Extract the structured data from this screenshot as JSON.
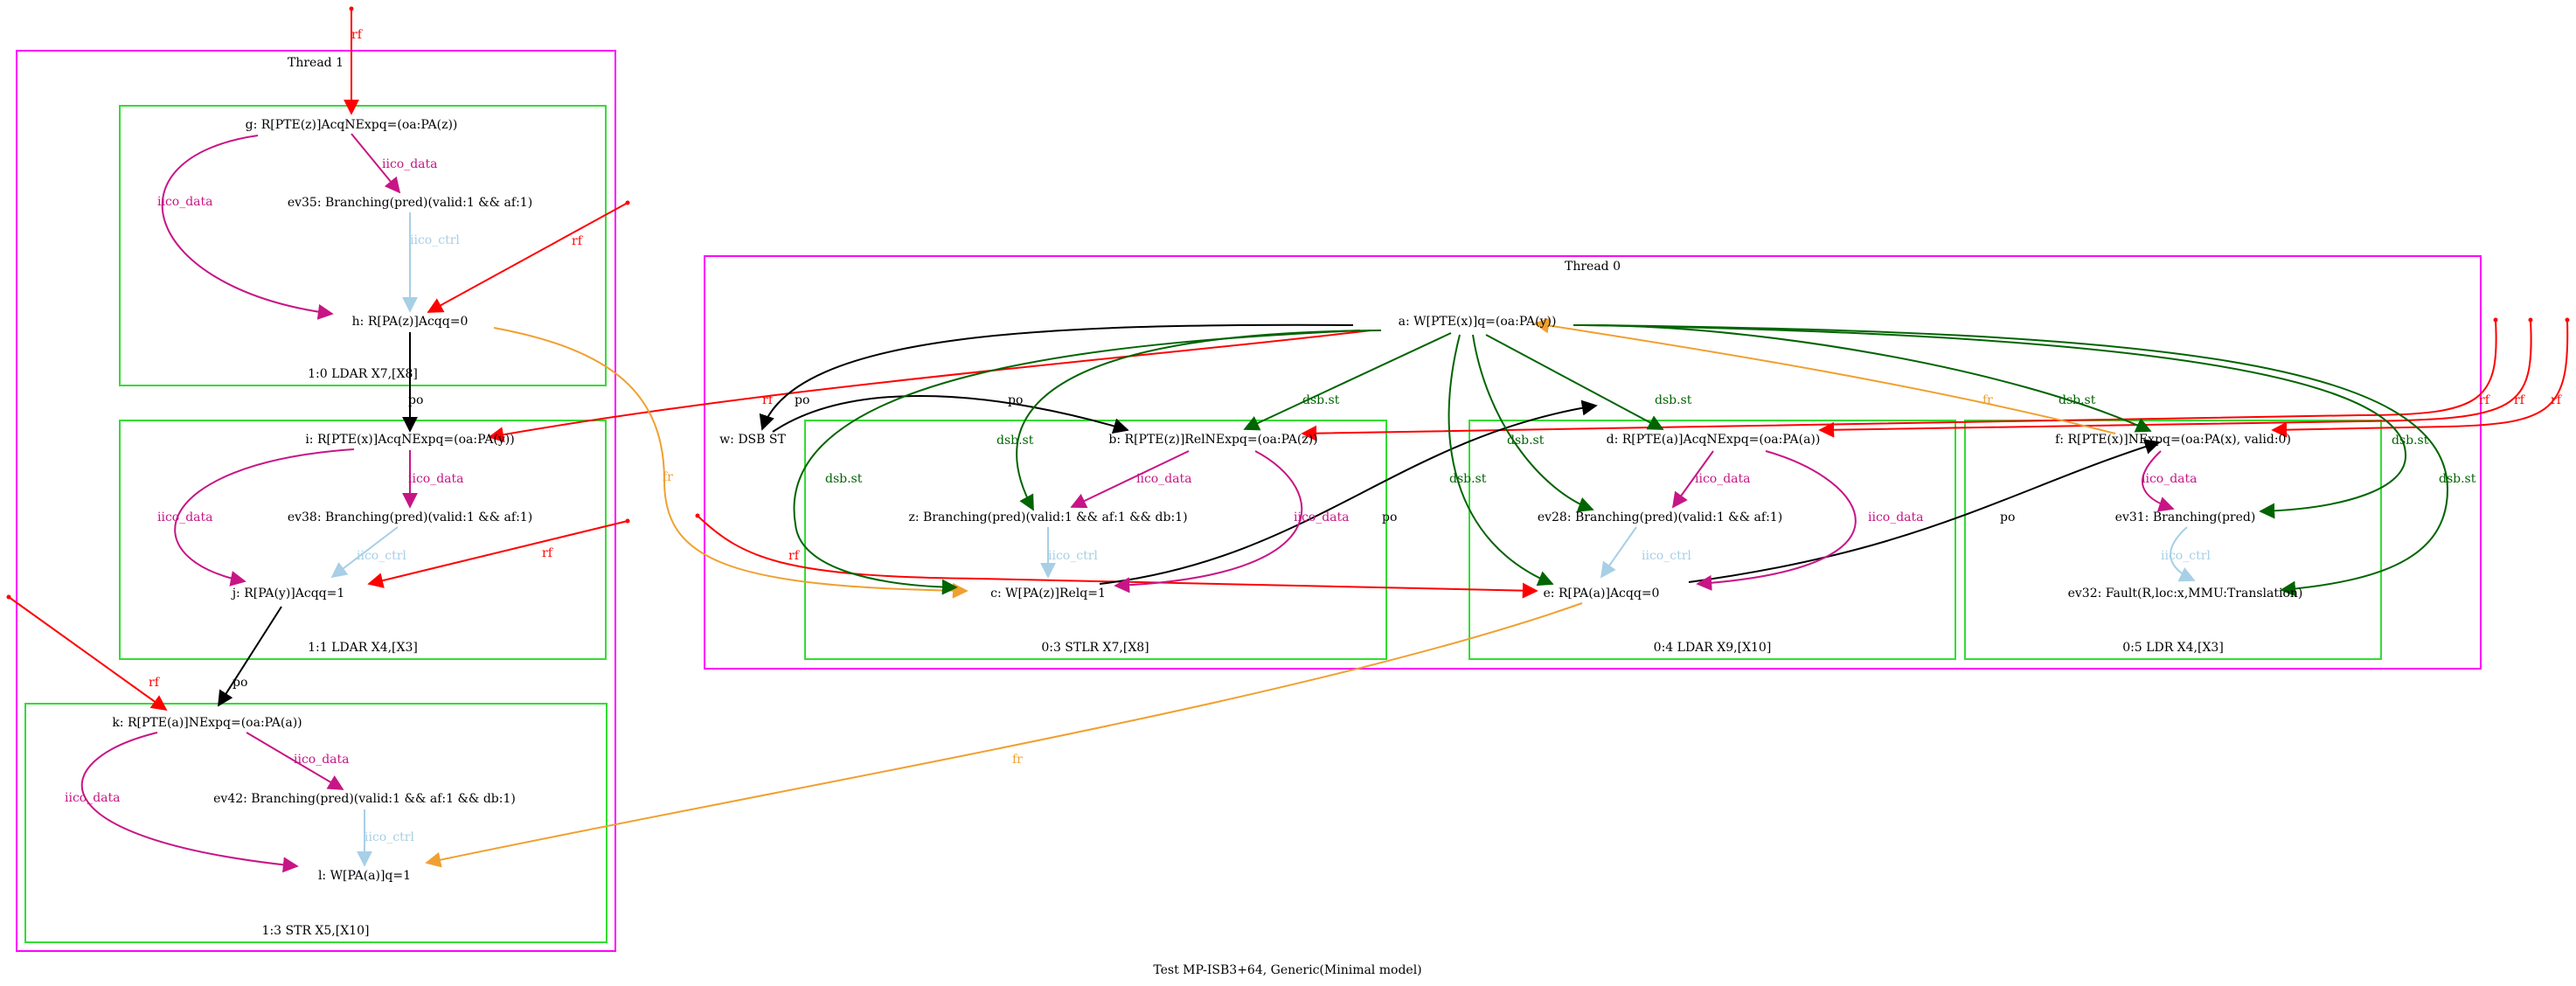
{
  "caption": "Test MP-ISB3+64, Generic(Minimal model)",
  "colors": {
    "thread_box": "#ff00ff",
    "instr_box": "#33dd33",
    "rf": "#ff0000",
    "fr": "#f0a030",
    "po": "#000000",
    "dsb": "#006400",
    "iico_data": "#c71585",
    "iico_ctrl": "#a7cfe6"
  },
  "threads": [
    {
      "label": "Thread 1"
    },
    {
      "label": "Thread 0"
    }
  ],
  "instructions": [
    {
      "label": "1:0 LDAR X7,[X8]"
    },
    {
      "label": "1:1 LDAR X4,[X3]"
    },
    {
      "label": "1:3 STR X5,[X10]"
    },
    {
      "label": "0:3 STLR X7,[X8]"
    },
    {
      "label": "0:4 LDAR X9,[X10]"
    },
    {
      "label": "0:5 LDR X4,[X3]"
    }
  ],
  "nodes": [
    {
      "id": "g",
      "label": "g: R[PTE(z)]AcqNExpq=(oa:PA(z))"
    },
    {
      "id": "ev35",
      "label": "ev35: Branching(pred)(valid:1 && af:1)"
    },
    {
      "id": "h",
      "label": "h: R[PA(z)]Acqq=0"
    },
    {
      "id": "i",
      "label": "i: R[PTE(x)]AcqNExpq=(oa:PA(y))"
    },
    {
      "id": "ev38",
      "label": "ev38: Branching(pred)(valid:1 && af:1)"
    },
    {
      "id": "j",
      "label": "j: R[PA(y)]Acqq=1"
    },
    {
      "id": "k",
      "label": "k: R[PTE(a)]NExpq=(oa:PA(a))"
    },
    {
      "id": "ev42",
      "label": "ev42: Branching(pred)(valid:1 && af:1 && db:1)"
    },
    {
      "id": "l",
      "label": "l: W[PA(a)]q=1"
    },
    {
      "id": "a",
      "label": "a: W[PTE(x)]q=(oa:PA(y))"
    },
    {
      "id": "w",
      "label": "w: DSB ST"
    },
    {
      "id": "b",
      "label": "b: R[PTE(z)]RelNExpq=(oa:PA(z))"
    },
    {
      "id": "z",
      "label": "z: Branching(pred)(valid:1 && af:1 && db:1)"
    },
    {
      "id": "c",
      "label": "c: W[PA(z)]Relq=1"
    },
    {
      "id": "d",
      "label": "d: R[PTE(a)]AcqNExpq=(oa:PA(a))"
    },
    {
      "id": "ev28",
      "label": "ev28: Branching(pred)(valid:1 && af:1)"
    },
    {
      "id": "e",
      "label": "e: R[PA(a)]Acqq=0"
    },
    {
      "id": "f",
      "label": "f: R[PTE(x)]NExpq=(oa:PA(x), valid:0)"
    },
    {
      "id": "ev31",
      "label": "ev31: Branching(pred)"
    },
    {
      "id": "ev32",
      "label": "ev32: Fault(R,loc:x,MMU:Translation)"
    }
  ],
  "edge_labels": {
    "rf": "rf",
    "fr": "fr",
    "po": "po",
    "dsb": "dsb.st",
    "iico_data": "iico_data",
    "iico_ctrl": "iico_ctrl"
  }
}
